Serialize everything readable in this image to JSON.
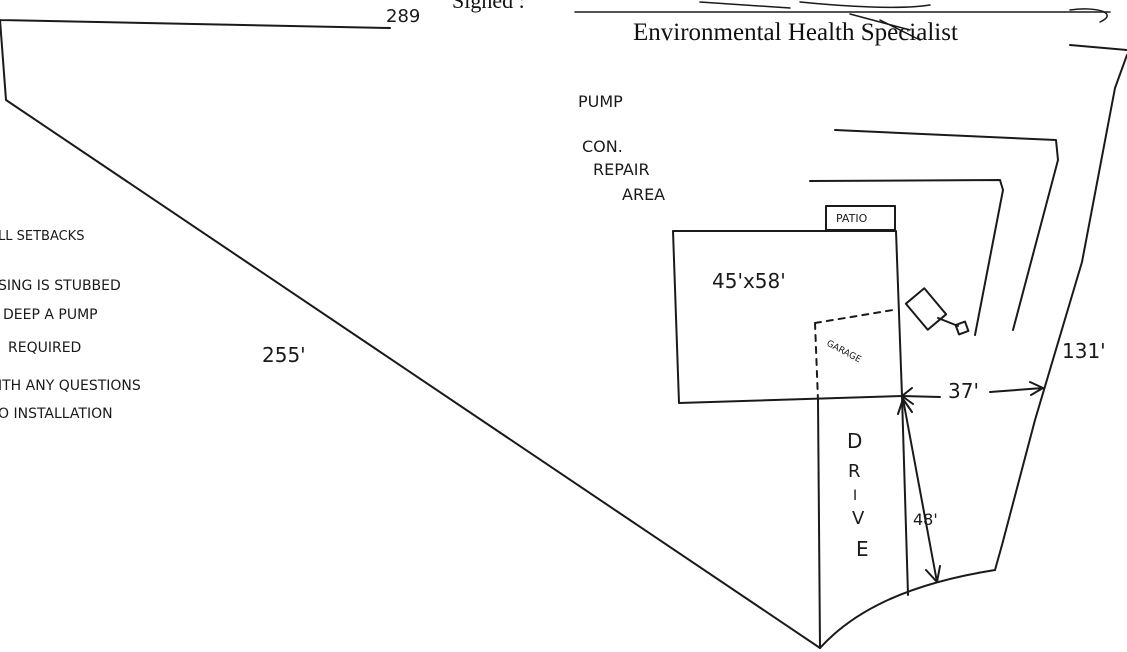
{
  "header": {
    "signed_label": "Signed :",
    "title": "Environmental Health Specialist"
  },
  "dimensions": {
    "top": "289",
    "left": "255'",
    "right": "131'",
    "house_to_line": "37'",
    "drive_length": "48'",
    "house": "45'x58'"
  },
  "labels": {
    "pump_lines": [
      "PUMP",
      "CON.",
      "REPAIR",
      "AREA"
    ],
    "patio": "PATIO",
    "garage": "GARAGE",
    "drive_letters": [
      "D",
      "R",
      "I",
      "V",
      "E"
    ]
  },
  "notes": {
    "lines": [
      "LL SETBACKS",
      "SING IS STUBBED",
      "DEEP A PUMP",
      "REQUIRED",
      "ITH ANY QUESTIONS",
      "O INSTALLATION"
    ]
  },
  "colors": {
    "ink": "#1a1a1a",
    "paper": "#ffffff"
  }
}
